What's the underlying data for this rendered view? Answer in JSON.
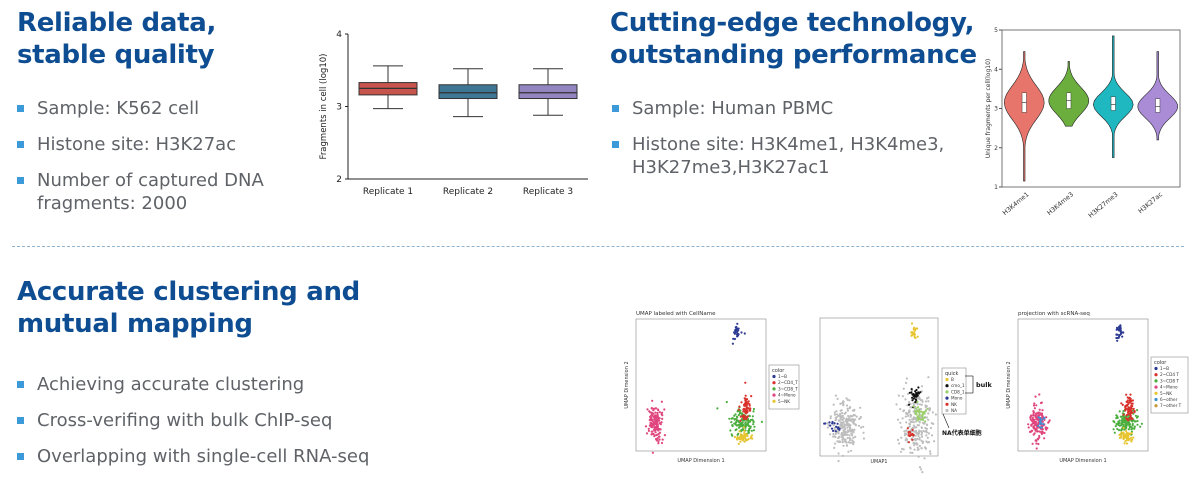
{
  "sections": {
    "data_quality": {
      "title_lines": [
        "Reliable data,",
        "stable quality"
      ],
      "bullets": [
        "Sample: K562 cell",
        "Histone site:  H3K27ac",
        "Number of captured DNA fragments: 2000"
      ]
    },
    "technology": {
      "title_lines": [
        "Cutting-edge technology,",
        "outstanding performance"
      ],
      "bullets": [
        "Sample: Human PBMC",
        "Histone site: H3K4me1, H3K4me3, H3K27me3,H3K27ac1"
      ]
    },
    "clustering": {
      "title_lines": [
        "Accurate clustering and",
        "mutual mapping"
      ],
      "bullets": [
        "Achieving accurate clustering",
        "Cross-verifing with bulk ChIP-seq",
        "Overlapping with single-cell RNA-seq"
      ]
    }
  },
  "chart_data": [
    {
      "type": "box",
      "ylabel": "Fragments in cell (log10)",
      "ylim": [
        2,
        4
      ],
      "yticks": [
        "2",
        "3",
        "4"
      ],
      "categories": [
        "Replicate 1",
        "Replicate 2",
        "Replicate 3"
      ],
      "boxes": [
        {
          "min": 2.97,
          "q1": 3.16,
          "median": 3.25,
          "q3": 3.33,
          "max": 3.56,
          "color": "#c8554d"
        },
        {
          "min": 2.86,
          "q1": 3.11,
          "median": 3.19,
          "q3": 3.3,
          "max": 3.52,
          "color": "#3e7694"
        },
        {
          "min": 2.88,
          "q1": 3.11,
          "median": 3.19,
          "q3": 3.3,
          "max": 3.52,
          "color": "#9385c0"
        }
      ]
    },
    {
      "type": "violin",
      "ylabel": "Unique fragments per cell(log10)",
      "ylim": [
        1,
        5
      ],
      "yticks": [
        "1",
        "2",
        "3",
        "4",
        "5"
      ],
      "categories": [
        "H3K4me1",
        "H3K4me3",
        "H3K27me3",
        "H3K27ac"
      ],
      "violins": [
        {
          "min": 1.15,
          "q1": 2.9,
          "median": 3.15,
          "q3": 3.4,
          "max": 4.45,
          "color": "#e8756b"
        },
        {
          "min": 2.55,
          "q1": 3.0,
          "median": 3.2,
          "q3": 3.4,
          "max": 4.2,
          "color": "#6bae3e"
        },
        {
          "min": 1.75,
          "q1": 2.95,
          "median": 3.1,
          "q3": 3.3,
          "max": 4.85,
          "color": "#1fb8c0"
        },
        {
          "min": 2.2,
          "q1": 2.9,
          "median": 3.05,
          "q3": 3.25,
          "max": 4.45,
          "color": "#a98bd6"
        }
      ]
    },
    {
      "type": "scatter",
      "title": "UMAP labeled with CellName",
      "xlabel": "UMAP Dimension 1",
      "ylabel": "UMAP Dimension 2",
      "legend_title": "color",
      "legend": [
        {
          "label": "1~B",
          "color": "#2d3a93"
        },
        {
          "label": "2~CD4_T",
          "color": "#d9312b"
        },
        {
          "label": "3~CD8_T",
          "color": "#4cae3f"
        },
        {
          "label": "4~Mono",
          "color": "#e0467e"
        },
        {
          "label": "5~NK",
          "color": "#e8c530"
        }
      ]
    },
    {
      "type": "scatter",
      "title": "",
      "xlabel": "UMAP1",
      "legend_title": "quick",
      "legend": [
        {
          "label": "B",
          "color": "#e8c530"
        },
        {
          "label": "cmo_1",
          "color": "#111111"
        },
        {
          "label": "CD8_1",
          "color": "#9ad06a"
        },
        {
          "label": "Mono",
          "color": "#2d3a93"
        },
        {
          "label": "NK",
          "color": "#d9312b"
        },
        {
          "label": "NA",
          "color": "#bdbdbd"
        }
      ],
      "annotations": [
        "bulk",
        "NA代表单细胞"
      ]
    },
    {
      "type": "scatter",
      "title": "projection with scRNA-seq",
      "xlabel": "UMAP Dimension 1",
      "ylabel": "UMAP Dimension 2",
      "legend_title": "color",
      "legend": [
        {
          "label": "1~B",
          "color": "#2d3a93"
        },
        {
          "label": "2~CD4 T",
          "color": "#d9312b"
        },
        {
          "label": "3~CD8 T",
          "color": "#4cae3f"
        },
        {
          "label": "4~Mono",
          "color": "#e0467e"
        },
        {
          "label": "5~NK",
          "color": "#e8c530"
        },
        {
          "label": "6~other",
          "color": "#3d8fd6"
        },
        {
          "label": "7~other T",
          "color": "#c79a3a"
        }
      ]
    }
  ]
}
